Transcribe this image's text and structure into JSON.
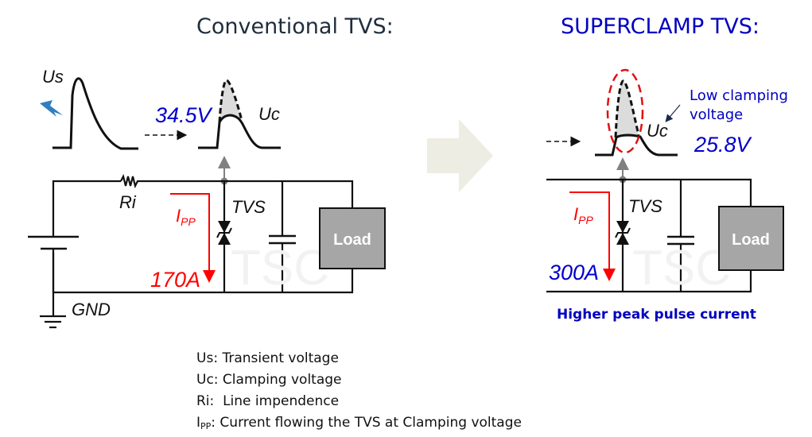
{
  "colors": {
    "title_dark": "#1f2d3d",
    "title_blue": "#0000c0",
    "value_blue": "#0000cc",
    "current_red": "#ff0000",
    "wire": "#111111",
    "node_gray": "#808080",
    "load_fill": "#a6a6a6",
    "arrow_beige": "#eeede4",
    "lightning_blue": "#2f7fc1",
    "shade_gray": "#dcdcdc",
    "ellipse_red": "#e01010"
  },
  "left": {
    "title": "Conventional TVS:",
    "us_label": "Us",
    "uc_label": "Uc",
    "clamp_voltage": "34.5V",
    "ri_label": "Ri",
    "tvs_label": "TVS",
    "ipp_label": "I",
    "ipp_sub": "PP",
    "ipp_value": "170A",
    "gnd_label": "GND",
    "load_label": "Load",
    "watermark": "TSC"
  },
  "right": {
    "title": "SUPERCLAMP TVS:",
    "uc_label": "Uc",
    "annotation_line1": "Low clamping",
    "annotation_line2": "voltage",
    "clamp_voltage": "25.8V",
    "tvs_label": "TVS",
    "ipp_label": "I",
    "ipp_sub": "PP",
    "ipp_value": "300A",
    "load_label": "Load",
    "watermark": "TSC",
    "caption": "Higher peak pulse current"
  },
  "legend": [
    {
      "term": "Us",
      "sub": "",
      "desc": ": Transient voltage"
    },
    {
      "term": "Uc",
      "sub": "",
      "desc": ": Clamping voltage"
    },
    {
      "term": "Ri",
      "sub": "",
      "desc": ":  Line impendence"
    },
    {
      "term": "I",
      "sub": "PP",
      "desc": ": Current flowing the TVS at Clamping voltage"
    }
  ]
}
